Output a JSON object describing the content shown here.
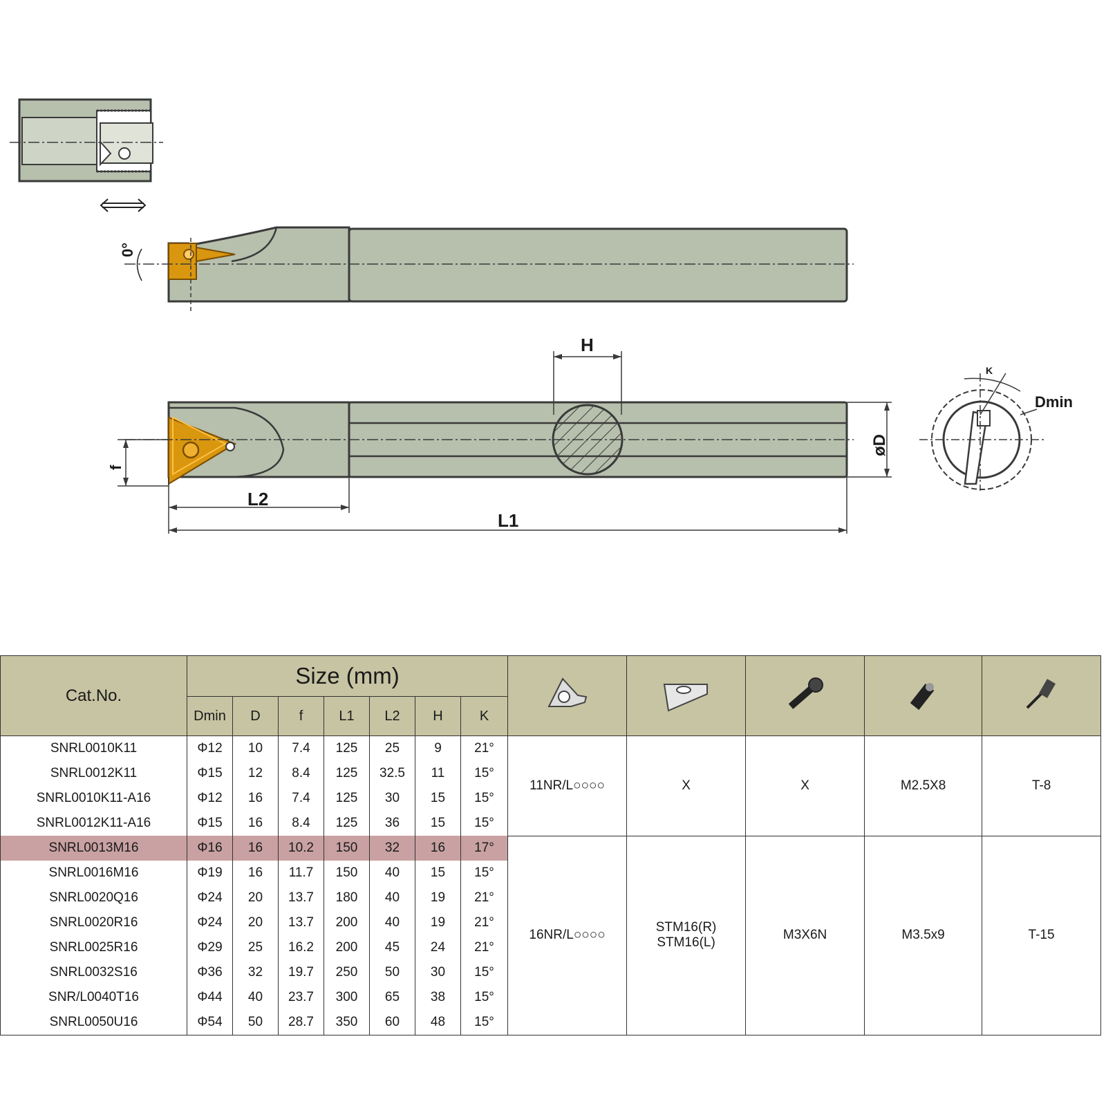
{
  "diagram": {
    "labels": {
      "angle": "0°",
      "H": "H",
      "L2": "L2",
      "L1": "L1",
      "f": "f",
      "D": "øD",
      "Dmin": "Dmin",
      "K": "K"
    },
    "colors": {
      "body": "#b7bfad",
      "outline": "#3a3a3a",
      "insert": "#d9960f",
      "header_bg": "#c6c4a2",
      "highlight": "#c9a1a2"
    }
  },
  "table": {
    "header": {
      "cat_no": "Cat.No.",
      "size": "Size (mm)",
      "columns": [
        "Dmin",
        "D",
        "f",
        "L1",
        "L2",
        "H",
        "K"
      ],
      "icons": [
        "insert-icon",
        "shim-icon",
        "shim-screw-icon",
        "clamp-screw-icon",
        "wrench-icon"
      ]
    },
    "rows": [
      {
        "cat": "SNRL0010K11",
        "dmin": "Φ12",
        "d": "10",
        "f": "7.4",
        "l1": "125",
        "l2": "25",
        "h": "9",
        "k": "21°"
      },
      {
        "cat": "SNRL0012K11",
        "dmin": "Φ15",
        "d": "12",
        "f": "8.4",
        "l1": "125",
        "l2": "32.5",
        "h": "11",
        "k": "15°"
      },
      {
        "cat": "SNRL0010K11-A16",
        "dmin": "Φ12",
        "d": "16",
        "f": "7.4",
        "l1": "125",
        "l2": "30",
        "h": "15",
        "k": "15°"
      },
      {
        "cat": "SNRL0012K11-A16",
        "dmin": "Φ15",
        "d": "16",
        "f": "8.4",
        "l1": "125",
        "l2": "36",
        "h": "15",
        "k": "15°"
      },
      {
        "cat": "SNRL0013M16",
        "dmin": "Φ16",
        "d": "16",
        "f": "10.2",
        "l1": "150",
        "l2": "32",
        "h": "16",
        "k": "17°"
      },
      {
        "cat": "SNRL0016M16",
        "dmin": "Φ19",
        "d": "16",
        "f": "11.7",
        "l1": "150",
        "l2": "40",
        "h": "15",
        "k": "15°"
      },
      {
        "cat": "SNRL0020Q16",
        "dmin": "Φ24",
        "d": "20",
        "f": "13.7",
        "l1": "180",
        "l2": "40",
        "h": "19",
        "k": "21°"
      },
      {
        "cat": "SNRL0020R16",
        "dmin": "Φ24",
        "d": "20",
        "f": "13.7",
        "l1": "200",
        "l2": "40",
        "h": "19",
        "k": "21°"
      },
      {
        "cat": "SNRL0025R16",
        "dmin": "Φ29",
        "d": "25",
        "f": "16.2",
        "l1": "200",
        "l2": "45",
        "h": "24",
        "k": "21°"
      },
      {
        "cat": "SNRL0032S16",
        "dmin": "Φ36",
        "d": "32",
        "f": "19.7",
        "l1": "250",
        "l2": "50",
        "h": "30",
        "k": "15°"
      },
      {
        "cat": "SNR/L0040T16",
        "dmin": "Φ44",
        "d": "40",
        "f": "23.7",
        "l1": "300",
        "l2": "65",
        "h": "38",
        "k": "15°"
      },
      {
        "cat": "SNRL0050U16",
        "dmin": "Φ54",
        "d": "50",
        "f": "28.7",
        "l1": "350",
        "l2": "60",
        "h": "48",
        "k": "15°"
      }
    ],
    "groups": [
      {
        "insert": "11NR/L○○○○",
        "shim": "X",
        "shim_screw": "X",
        "clamp_screw": "M2.5X8",
        "wrench": "T-8"
      },
      {
        "insert": "16NR/L○○○○",
        "shim_lines": [
          "STM16(R)",
          "STM16(L)"
        ],
        "shim_screw": "M3X6N",
        "clamp_screw": "M3.5x9",
        "wrench": "T-15"
      }
    ]
  }
}
